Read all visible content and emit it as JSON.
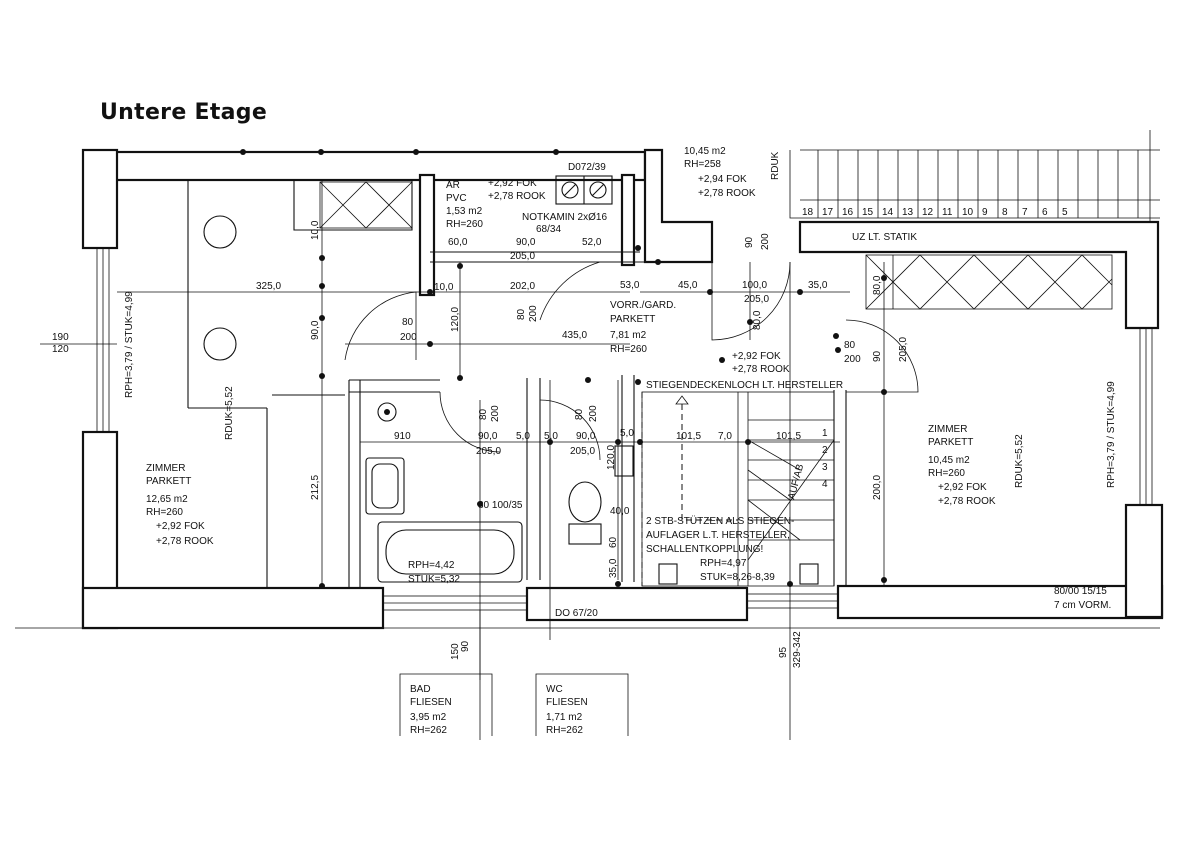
{
  "title": "Untere Etage",
  "rooms": {
    "zimmer_left": {
      "name": "ZIMMER",
      "floor": "PARKETT",
      "area": "12,65 m2",
      "rh": "RH=260",
      "fok": "+2,92 FOK",
      "rook": "+2,78 ROOK"
    },
    "zimmer_right": {
      "name": "ZIMMER",
      "floor": "PARKETT",
      "area": "10,45 m2",
      "rh": "RH=260",
      "fok": "+2,92 FOK",
      "rook": "+2,78 ROOK"
    },
    "vorraum": {
      "name": "VORR./GARD.",
      "floor": "PARKETT",
      "area": "7,81 m2",
      "rh": "RH=260"
    },
    "ar": {
      "name": "AR",
      "floor": "PVC",
      "area": "1,53 m2",
      "rh": "RH=260",
      "fok": "+2,92 FOK",
      "rook": "+2,78 ROOK"
    },
    "bad": {
      "name": "BAD",
      "floor": "FLIESEN",
      "area": "3,95 m2",
      "rh": "RH=262"
    },
    "wc": {
      "name": "WC",
      "floor": "FLIESEN",
      "area": "1,71 m2",
      "rh": "RH=262"
    },
    "top_room": {
      "area": "10,45 m2",
      "rh": "RH=258",
      "fok": "+2,94 FOK",
      "rook": "+2,78 ROOK"
    }
  },
  "notes": {
    "d072": "D072/39",
    "notkamin_1": "NOTKAMIN 2xØ16",
    "notkamin_2": "68/34",
    "stiegen": "STIEGENDECKENLOCH LT. HERSTELLER",
    "vorraum_fok": "+2,92 FOK",
    "vorraum_rook": "+2,78 ROOK",
    "uz": "UZ LT. STATIK",
    "stuetzen_1": "2 STB-STÜTZEN ALS STIEGEN-",
    "stuetzen_2": "AUFLAGER L.T. HERSTELLER,",
    "stuetzen_3": "SCHALLENTKOPPLUNG!",
    "rph_stair": "RPH=4,97",
    "stuk_stair": "STUK=8,26-8,39",
    "rph_bath": "RPH=4,42",
    "stuk_bath": "STUK=5,32",
    "window_br": "80/00 15/15",
    "vorm": "7 cm VORM.",
    "do": "DO 67/20",
    "win_100": "80 100/35",
    "rph_left_wall": "RPH=3,79 / STUK=4,99",
    "rph_right_wall": "RPH=3,79 / STUK=4,99",
    "rduk_left": "RDUK=5,52",
    "rduk_right": "RDUK=5,52",
    "rduk_top": "RDUK",
    "stair_up": "AUF/AB"
  },
  "dimensions": {
    "d325": "325,0",
    "d202": "202,0",
    "d435": "435,0",
    "d450": "45,0",
    "d1000": "100,0",
    "d2050a": "205,0",
    "d350": "35,0",
    "d600": "60,0",
    "d900": "90,0",
    "d2050": "205,0",
    "d520": "52,0",
    "d530": "53,0",
    "d100": "10,0",
    "d80": "80",
    "d200": "200",
    "d1200": "120,0",
    "d910": "910",
    "d5_0": "5,0",
    "d1015a": "101,5",
    "d7_0": "7,0",
    "d1015b": "101,5",
    "d2000": "200,0",
    "d2125": "212,5",
    "d190": "190",
    "d120": "120",
    "d150": "150",
    "d90": "90",
    "d95": "95",
    "d329": "329-342",
    "d400": "40,0",
    "d60": "60",
    "d90b": "90",
    "d2050b": "205,0",
    "d800": "80,0",
    "d900b": "90,0"
  },
  "stair_numbers": [
    "18",
    "17",
    "16",
    "15",
    "14",
    "13",
    "12",
    "11",
    "10",
    "9",
    "8",
    "7",
    "6",
    "5"
  ],
  "stair_numbers_lower": [
    "1",
    "2",
    "3",
    "4"
  ]
}
